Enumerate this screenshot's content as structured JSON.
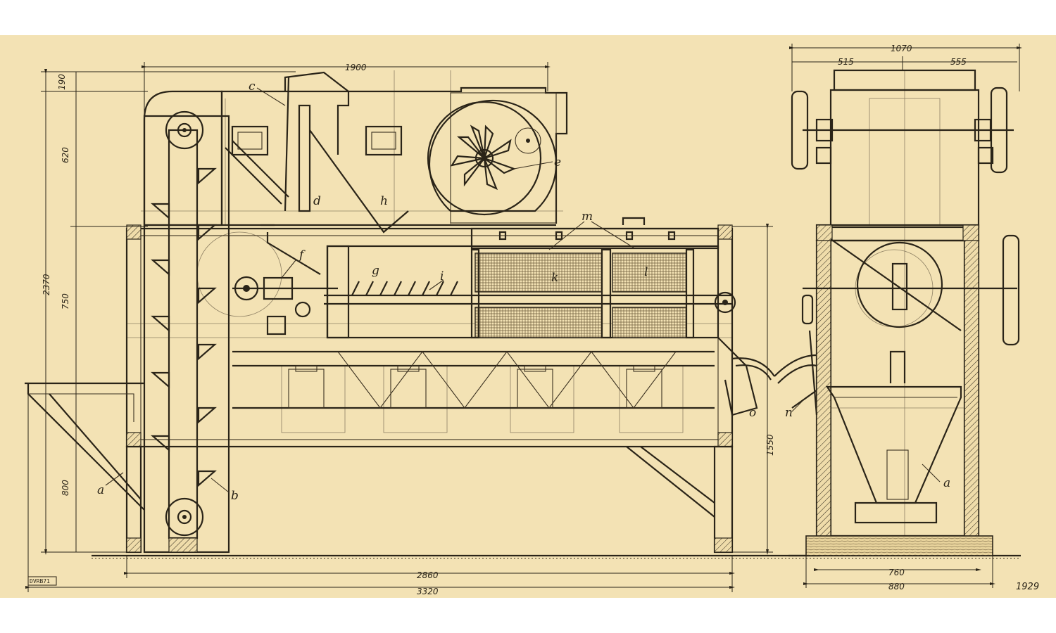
{
  "dimensions": {
    "d1900": "1900",
    "d190": "190",
    "d620": "620",
    "d2370": "2370",
    "d750": "750",
    "d800": "800",
    "d1550": "1550",
    "d2860": "2860",
    "d3320": "3320",
    "d1070": "1070",
    "d515": "515",
    "d555": "555",
    "d760": "760",
    "d880": "880"
  },
  "part_labels": {
    "a": "a",
    "b": "b",
    "c": "c",
    "d": "d",
    "e": "e",
    "f": "f",
    "g": "g",
    "h": "h",
    "i": "i",
    "k": "k",
    "l": "l",
    "m": "m",
    "n": "n",
    "o": "o",
    "a2": "a"
  },
  "year": "1929",
  "stamp": "DVRB71",
  "colors": {
    "paper": "#f3e2b4",
    "ink": "#2a2418",
    "page": "#ffffff"
  }
}
